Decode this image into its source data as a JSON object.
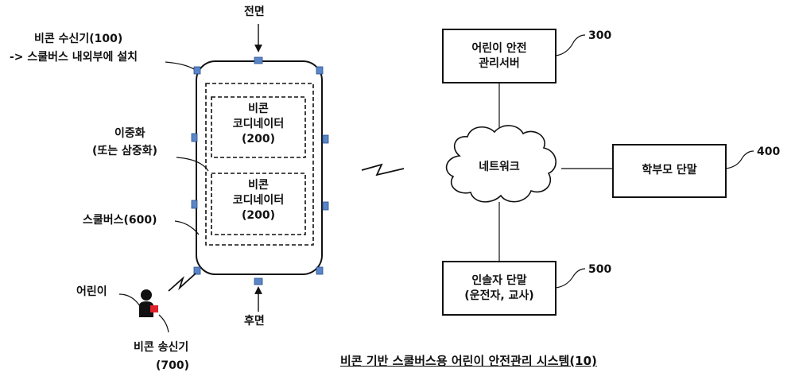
{
  "labels": {
    "front": "전면",
    "rear": "후면",
    "beacon_transceiver_line1": "비콘 수신기(100)",
    "beacon_transceiver_line2": "-> 스쿨버스 내외부에 설치",
    "redundancy_line1": "이중화",
    "redundancy_line2": "(또는 삼중화)",
    "school_bus": "스쿨버스(600)",
    "child": "어린이",
    "beacon_transmitter_line1": "비콘 송신기",
    "beacon_transmitter_line2": "(700)"
  },
  "coordinators": [
    {
      "line1": "비콘",
      "line2": "코디네이터",
      "line3": "(200)"
    },
    {
      "line1": "비콘",
      "line2": "코디네이터",
      "line3": "(200)"
    }
  ],
  "network": {
    "label": "네트워크"
  },
  "server": {
    "line1": "어린이 안전",
    "line2": "관리서버",
    "ref": "300"
  },
  "parent_terminal": {
    "line1": "학부모 단말",
    "ref": "400"
  },
  "guardian_terminal": {
    "line1": "인솔자 단말",
    "line2": "(운전자, 교사)",
    "ref": "500"
  },
  "caption": "비콘 기반 스쿨버스용 어린이 안전관리 시스템(10)",
  "colors": {
    "line": "#111111",
    "sensor": "#5a86c8",
    "child_badge": "#e0202a"
  }
}
